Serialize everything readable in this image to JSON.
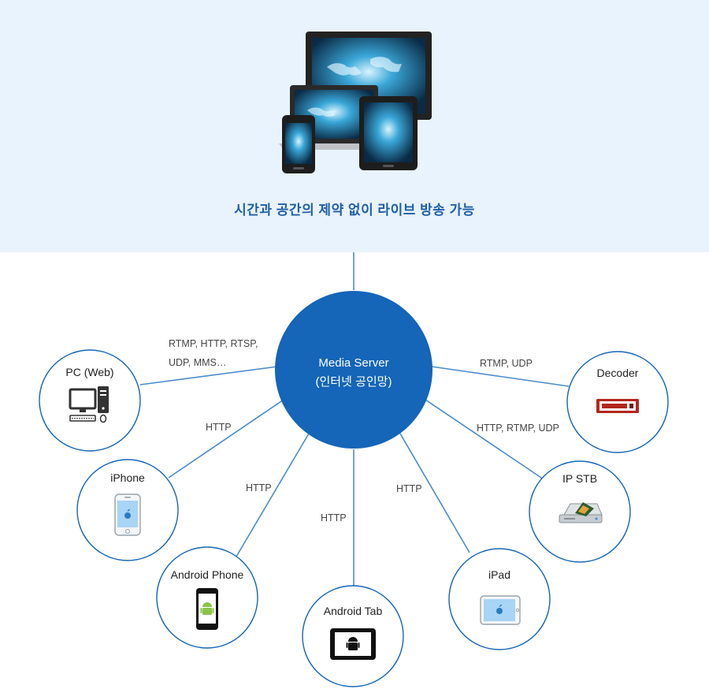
{
  "hero": {
    "caption": "시간과 공간의 제약 없이 라이브 방송 가능"
  },
  "server": {
    "title": "Media Server",
    "subtitle": "(인터넷 공인망)"
  },
  "nodes": {
    "pc_web": "PC (Web)",
    "iphone": "iPhone",
    "android_phone": "Android Phone",
    "android_tab": "Android Tab",
    "ipad": "iPad",
    "ip_stb": "IP STB",
    "decoder": "Decoder"
  },
  "edges": {
    "pc_web_line1": "RTMP, HTTP, RTSP,",
    "pc_web_line2": "UDP, MMS…",
    "iphone": "HTTP",
    "android_phone": "HTTP",
    "android_tab": "HTTP",
    "ipad": "HTTP",
    "ip_stb": "HTTP, RTMP, UDP",
    "decoder": "RTMP, UDP"
  },
  "colors": {
    "server_fill": "#1565b8",
    "line": "#4a8ccc",
    "hero_bg": "#e9f3fd",
    "caption": "#1f5fa8",
    "decoder": "#b3261e",
    "android": "#8bc34a",
    "ios_screen": "#a8d4f5"
  }
}
